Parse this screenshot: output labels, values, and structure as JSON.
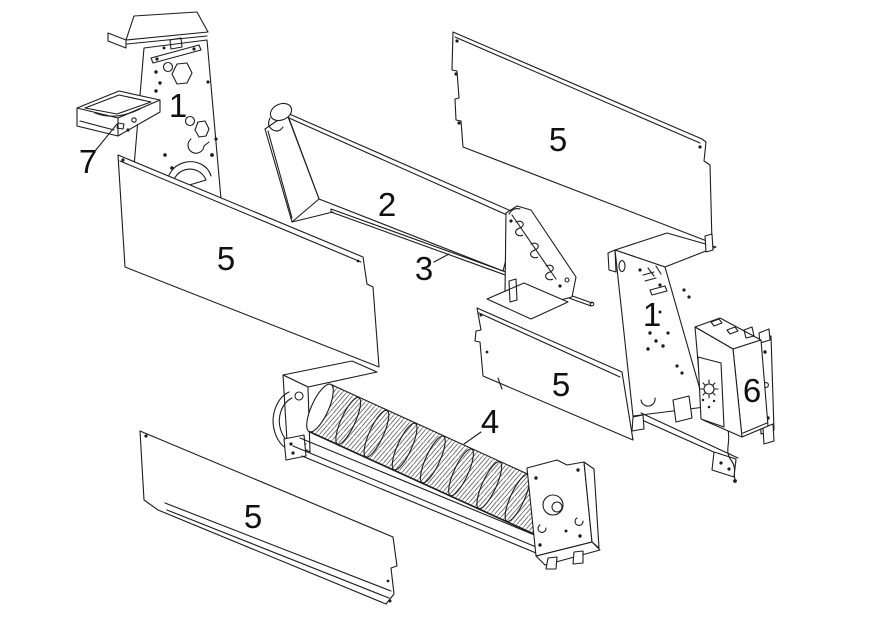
{
  "canvas": {
    "background_color": "#ffffff",
    "line_color": "#1d1d1d",
    "label_color": "#101010"
  },
  "diagram": {
    "labels": [
      {
        "id": "part1-left",
        "text": "1"
      },
      {
        "id": "part7",
        "text": "7"
      },
      {
        "id": "part5-upper-left",
        "text": "5"
      },
      {
        "id": "part2",
        "text": "2"
      },
      {
        "id": "part3",
        "text": "3"
      },
      {
        "id": "part5-upper-right",
        "text": "5"
      },
      {
        "id": "part5-mid-right",
        "text": "5"
      },
      {
        "id": "part1-right",
        "text": "1"
      },
      {
        "id": "part6",
        "text": "6"
      },
      {
        "id": "part4",
        "text": "4"
      },
      {
        "id": "part5-lower-left",
        "text": "5"
      }
    ]
  }
}
